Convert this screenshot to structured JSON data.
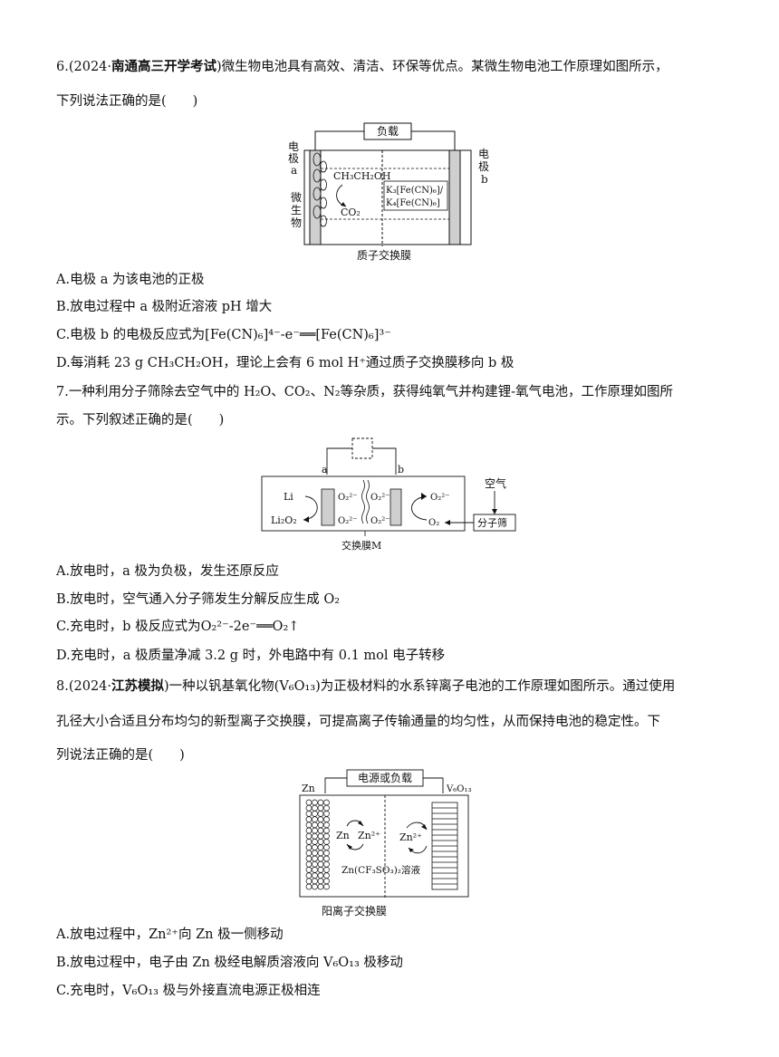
{
  "q6": {
    "stem1_prefix": "6.(2024·",
    "stem1_source": "南通高三开学考试",
    "stem1_rest": ")微生物电池具有高效、清洁、环保等优点。某微生物电池工作原理如图所示，",
    "stem2": "下列说法正确的是(　　)",
    "fig": {
      "load": "负载",
      "electrode_a": [
        "电",
        "极",
        "a"
      ],
      "electrode_b": [
        "电",
        "极",
        "b"
      ],
      "ethanol": "CH₃CH₂OH",
      "co2": "CO₂",
      "microbe": [
        "微",
        "生",
        "物"
      ],
      "salt1": "K₃[Fe(CN)₆]/",
      "salt2": "K₄[Fe(CN)₆]",
      "membrane": "质子交换膜"
    },
    "options": [
      "A.电极 a 为该电池的正极",
      "B.放电过程中 a 极附近溶液 pH 增大",
      "C.电极 b 的电极反应式为[Fe(CN)₆]⁴⁻-e⁻══[Fe(CN)₆]³⁻",
      "D.每消耗 23 g CH₃CH₂OH，理论上会有 6 mol H⁺通过质子交换膜移向 b 极"
    ]
  },
  "q7": {
    "stem1": "7.一种利用分子筛除去空气中的 H₂O、CO₂、N₂等杂质，获得纯氧气并构建锂-氧气电池，工作原理如图所",
    "stem2": "示。下列叙述正确的是(　　)",
    "fig": {
      "a": "a",
      "b": "b",
      "li": "Li",
      "li2o2": "Li₂O₂",
      "o22": "O₂²⁻",
      "o2": "O₂",
      "air": "空气",
      "sieve": "分子筛",
      "membrane": "交换膜M"
    },
    "options": [
      "A.放电时，a 极为负极，发生还原反应",
      "B.放电时，空气通入分子筛发生分解反应生成 O₂",
      "C.充电时，b 极反应式为O₂²⁻-2e⁻══O₂↑",
      "D.充电时，a 极质量净减 3.2 g 时，外电路中有 0.1 mol 电子转移"
    ]
  },
  "q8": {
    "stem1_prefix": "8.(2024·",
    "stem1_source": "江苏模拟",
    "stem1_rest": ")一种以钒基氧化物(V₆O₁₃)为正极材料的水系锌离子电池的工作原理如图所示。通过使用",
    "stem2": "孔径大小合适且分布均匀的新型离子交换膜，可提高离子传输通量的均匀性，从而保持电池的稳定性。下",
    "stem3": "列说法正确的是(　　)",
    "fig": {
      "source": "电源或负载",
      "zn": "Zn",
      "v6o13": "V₆O₁₃",
      "zn_ion": "Zn²⁺",
      "solution": "Zn(CF₃SO₃)₂溶液",
      "membrane": "阳离子交换膜"
    },
    "options": [
      "A.放电过程中，Zn²⁺向 Zn 极一侧移动",
      "B.放电过程中，电子由 Zn 极经电解质溶液向 V₆O₁₃ 极移动",
      "C.充电时，V₆O₁₃ 极与外接直流电源正极相连"
    ]
  }
}
